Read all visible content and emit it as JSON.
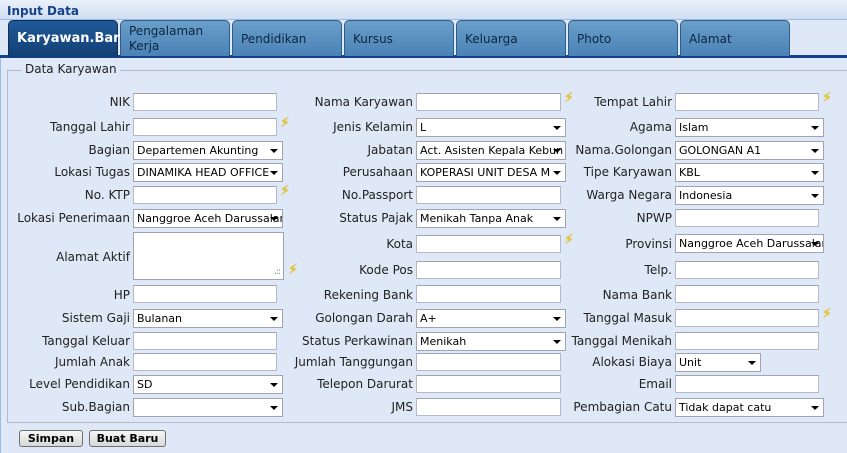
{
  "panel_title": "Input Data",
  "tabs": [
    {
      "label": "Karyawan.Baru",
      "active": true
    },
    {
      "label": "Pengalaman Kerja"
    },
    {
      "label": "Pendidikan"
    },
    {
      "label": "Kursus"
    },
    {
      "label": "Keluarga"
    },
    {
      "label": "Photo"
    },
    {
      "label": "Alamat"
    }
  ],
  "fieldset_legend": "Data Karyawan",
  "fields": {
    "nik": {
      "label": "NIK",
      "value": ""
    },
    "tanggal_lahir": {
      "label": "Tanggal Lahir",
      "value": ""
    },
    "bagian": {
      "label": "Bagian",
      "value": "Departemen Akunting"
    },
    "lokasi_tugas": {
      "label": "Lokasi Tugas",
      "value": "DINAMIKA HEAD OFFICE"
    },
    "no_ktp": {
      "label": "No. KTP",
      "value": ""
    },
    "lokasi_penerimaan": {
      "label": "Lokasi Penerimaan",
      "value": "Nanggroe Aceh Darussalam"
    },
    "alamat_aktif": {
      "label": "Alamat Aktif",
      "value": ""
    },
    "hp": {
      "label": "HP",
      "value": ""
    },
    "sistem_gaji": {
      "label": "Sistem Gaji",
      "value": "Bulanan"
    },
    "tanggal_keluar": {
      "label": "Tanggal Keluar",
      "value": ""
    },
    "jumlah_anak": {
      "label": "Jumlah Anak",
      "value": ""
    },
    "level_pendidikan": {
      "label": "Level Pendidikan",
      "value": "SD"
    },
    "sub_bagian": {
      "label": "Sub.Bagian",
      "value": ""
    },
    "nama_karyawan": {
      "label": "Nama Karyawan",
      "value": ""
    },
    "jenis_kelamin": {
      "label": "Jenis Kelamin",
      "value": "L"
    },
    "jabatan": {
      "label": "Jabatan",
      "value": "Act. Asisten Kepala Kebun"
    },
    "perusahaan": {
      "label": "Perusahaan",
      "value": "KOPERASI UNIT DESA M"
    },
    "no_passport": {
      "label": "No.Passport",
      "value": ""
    },
    "status_pajak": {
      "label": "Status Pajak",
      "value": "Menikah Tanpa Anak"
    },
    "kota": {
      "label": "Kota",
      "value": ""
    },
    "kode_pos": {
      "label": "Kode Pos",
      "value": ""
    },
    "rekening_bank": {
      "label": "Rekening Bank",
      "value": ""
    },
    "golongan_darah": {
      "label": "Golongan Darah",
      "value": "A+"
    },
    "status_perkawinan": {
      "label": "Status Perkawinan",
      "value": "Menikah"
    },
    "jumlah_tanggungan": {
      "label": "Jumlah Tanggungan",
      "value": ""
    },
    "telepon_darurat": {
      "label": "Telepon Darurat",
      "value": ""
    },
    "jms": {
      "label": "JMS",
      "value": ""
    },
    "tempat_lahir": {
      "label": "Tempat Lahir",
      "value": ""
    },
    "agama": {
      "label": "Agama",
      "value": "Islam"
    },
    "nama_golongan": {
      "label": "Nama.Golongan",
      "value": "GOLONGAN A1"
    },
    "tipe_karyawan": {
      "label": "Tipe Karyawan",
      "value": "KBL"
    },
    "warga_negara": {
      "label": "Warga Negara",
      "value": "Indonesia"
    },
    "npwp": {
      "label": "NPWP",
      "value": ""
    },
    "provinsi": {
      "label": "Provinsi",
      "value": "Nanggroe Aceh Darussalam"
    },
    "telp": {
      "label": "Telp.",
      "value": ""
    },
    "nama_bank": {
      "label": "Nama Bank",
      "value": ""
    },
    "tanggal_masuk": {
      "label": "Tanggal Masuk",
      "value": ""
    },
    "tanggal_menikah": {
      "label": "Tanggal Menikah",
      "value": ""
    },
    "alokasi_biaya": {
      "label": "Alokasi Biaya",
      "value": "Unit"
    },
    "email": {
      "label": "Email",
      "value": ""
    },
    "pembagian_catu": {
      "label": "Pembagian Catu",
      "value": "Tidak dapat catu"
    }
  },
  "buttons": {
    "simpan": "Simpan",
    "buat_baru": "Buat Baru"
  },
  "icons": {
    "required": "lightning-icon",
    "dropdown": "chevron-down-icon",
    "resize": "resize-grip-icon"
  },
  "colors": {
    "tab_active": "#1f5a99",
    "tab_inactive": "#5a90c0",
    "panel_bg": "#dfe8f6",
    "accent": "#15428b"
  }
}
